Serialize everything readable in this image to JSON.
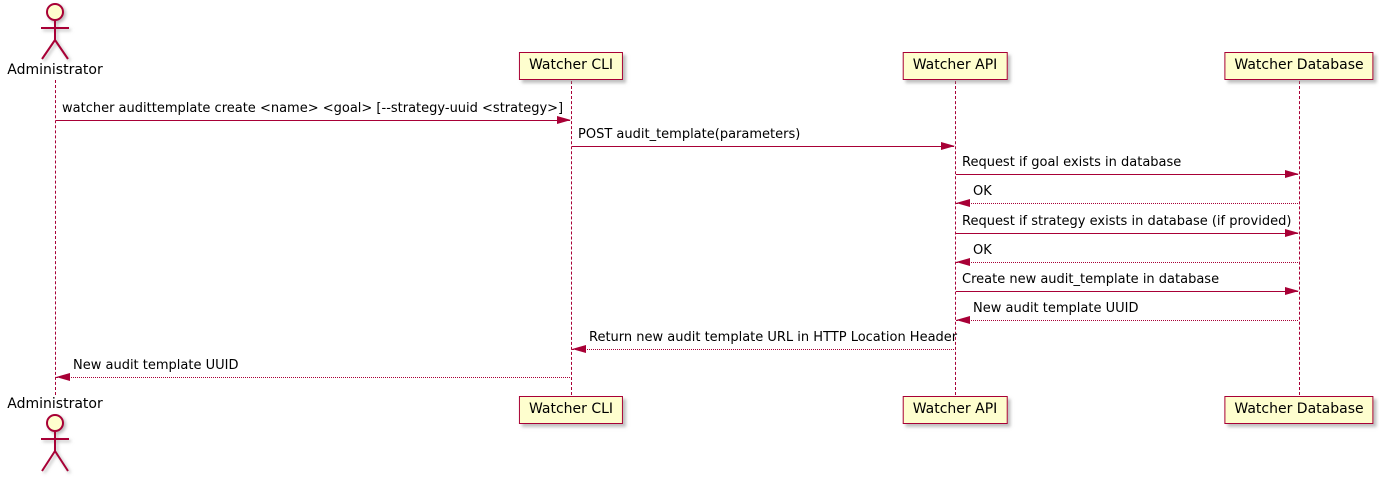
{
  "diagram": {
    "type": "sequence",
    "actor": {
      "name": "Administrator"
    },
    "participants": [
      {
        "name": "Watcher CLI"
      },
      {
        "name": "Watcher API"
      },
      {
        "name": "Watcher Database"
      }
    ],
    "colors": {
      "participant_fill": "#FEFECE",
      "participant_border": "#A80036",
      "line": "#A80036",
      "text": "#000000"
    },
    "messages": [
      {
        "from": "Administrator",
        "to": "Watcher CLI",
        "style": "solid",
        "text": "watcher audittemplate create <name> <goal> [--strategy-uuid <strategy>]"
      },
      {
        "from": "Watcher CLI",
        "to": "Watcher API",
        "style": "solid",
        "text": "POST audit_template(parameters)"
      },
      {
        "from": "Watcher API",
        "to": "Watcher Database",
        "style": "solid",
        "text": "Request if goal exists in database"
      },
      {
        "from": "Watcher Database",
        "to": "Watcher API",
        "style": "dotted",
        "text": "OK"
      },
      {
        "from": "Watcher API",
        "to": "Watcher Database",
        "style": "solid",
        "text": "Request if strategy exists in database (if provided)"
      },
      {
        "from": "Watcher Database",
        "to": "Watcher API",
        "style": "dotted",
        "text": "OK"
      },
      {
        "from": "Watcher API",
        "to": "Watcher Database",
        "style": "solid",
        "text": "Create new audit_template in database"
      },
      {
        "from": "Watcher Database",
        "to": "Watcher API",
        "style": "dotted",
        "text": "New audit template UUID"
      },
      {
        "from": "Watcher API",
        "to": "Watcher CLI",
        "style": "dotted",
        "text": "Return new audit template URL in HTTP Location Header"
      },
      {
        "from": "Watcher CLI",
        "to": "Administrator",
        "style": "dotted",
        "text": "New audit template UUID"
      }
    ]
  }
}
